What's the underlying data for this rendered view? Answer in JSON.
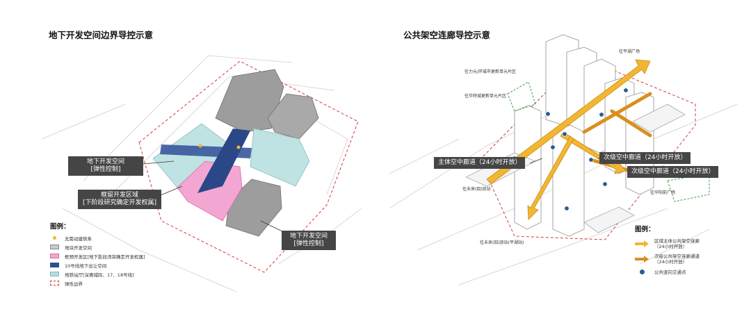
{
  "left": {
    "title": "地下开发空间边界导控示意",
    "callout1": {
      "line1": "地下开发空间",
      "line2": "[弹性控制]"
    },
    "callout2": {
      "line1": "框留开发区域",
      "line2": "[下阶段研究确定开发权属]"
    },
    "callout3": {
      "line1": "地下开发空间",
      "line2": "[弹性控制]"
    },
    "legend": {
      "title": "图例：",
      "items": [
        {
          "label": "无需动建筑条",
          "color": "#f2b632",
          "shape": "dot"
        },
        {
          "label": "地块开发空间",
          "color": "#c9c9c9",
          "shape": "box"
        },
        {
          "label": "框预开发区[地下影段须突确定开发权属]",
          "color": "#f4a6d2",
          "shape": "box"
        },
        {
          "label": "10号线地下出让空间",
          "color": "#2c4f8f",
          "shape": "box"
        },
        {
          "label": "地铁站厅[深惠城际、17、18号线]",
          "color": "#b6dede",
          "shape": "box"
        },
        {
          "label": "弹性边界",
          "color": "#d23a3a",
          "shape": "dash"
        }
      ]
    }
  },
  "right": {
    "title": "公共架空连廊导控示意",
    "labels": {
      "plaza_top": "往平湖广场",
      "urban_renewal_1": "往力元/环城市更新单元片区",
      "urban_renewal_2": "往华特城更新单元片区",
      "south_west": "往未来(四)放站",
      "south": "往未来(四)放站(平湖站)",
      "south_east": "往华阳前广场"
    },
    "callouts": {
      "main": "主体空中廊道（24小时开放）",
      "secondary1": "次级空中廊道（24小时开放）",
      "secondary2": "次级空中廊道（24小时开放）"
    },
    "legend": {
      "title": "图例：",
      "items": [
        {
          "label": "区域主体公共架空连廊",
          "sub": "（24小时开放）",
          "color": "#f2b632",
          "shape": "arrow"
        },
        {
          "label": "次级公共架空连廊通道",
          "sub": "（24小时开放）",
          "color": "#d98f1e",
          "shape": "arrow"
        },
        {
          "label": "公共竖向交通点",
          "sub": "",
          "color": "#2b5a8c",
          "shape": "dot"
        }
      ]
    }
  }
}
